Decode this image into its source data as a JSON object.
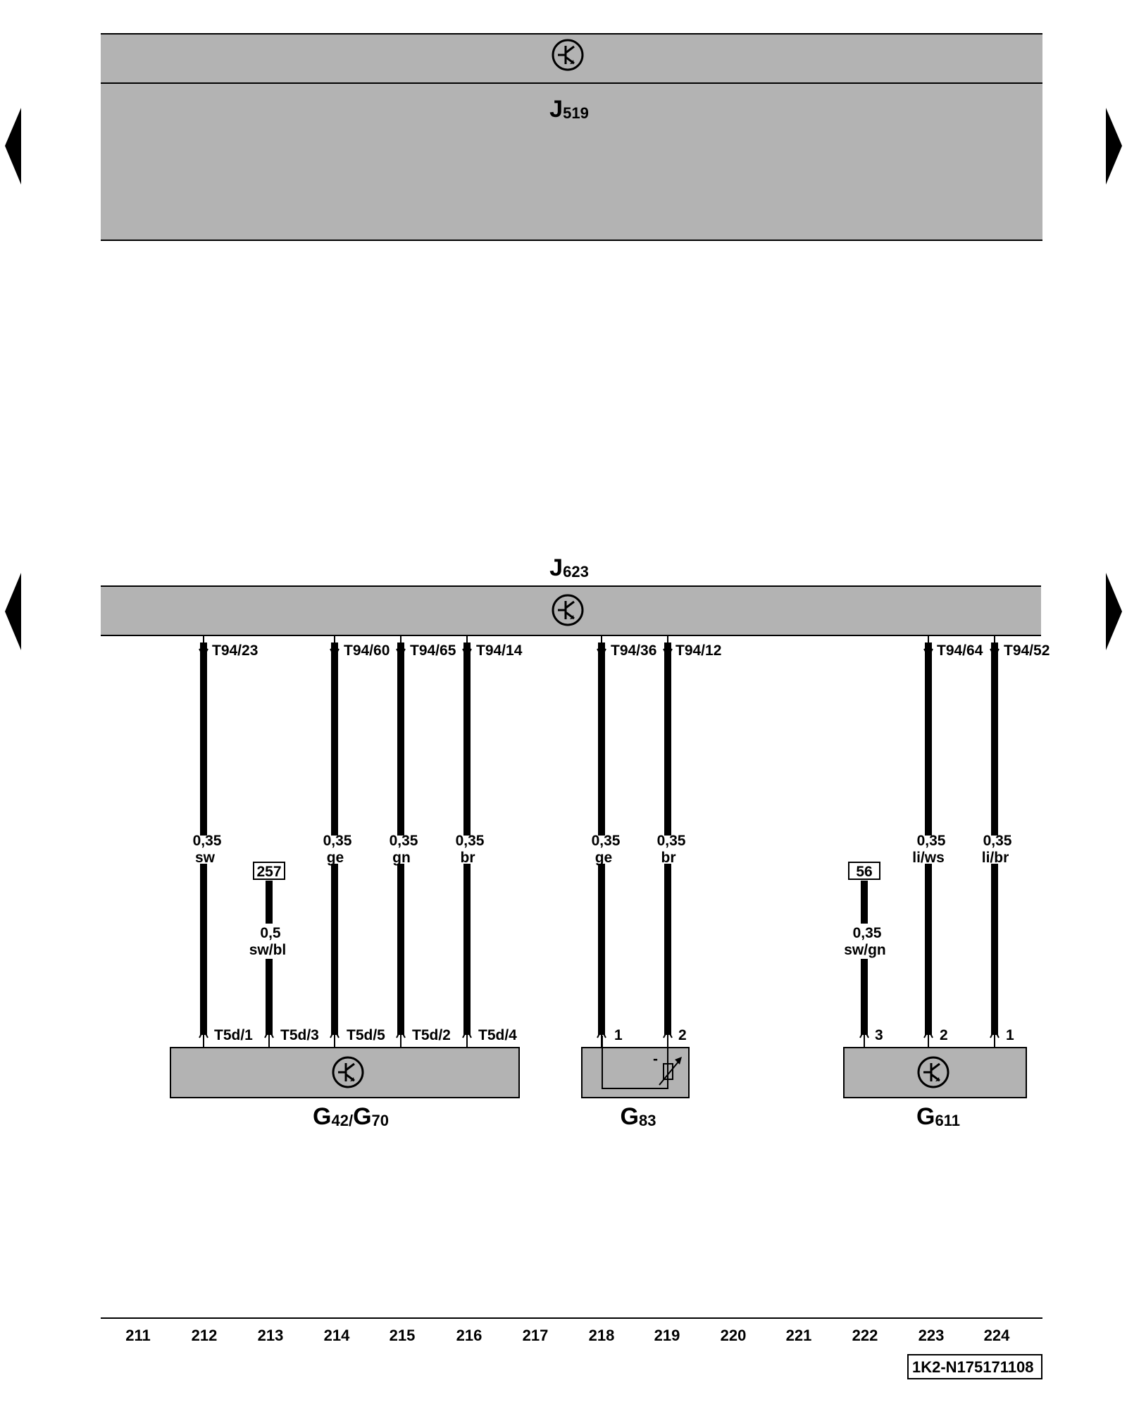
{
  "modules": {
    "top": {
      "name": "J",
      "sub": "519"
    },
    "mid": {
      "name": "J",
      "sub": "623"
    },
    "g42": {
      "name1": "G",
      "sub1": "42",
      "sep": "/",
      "name2": "G",
      "sub2": "70"
    },
    "g83": {
      "name": "G",
      "sub": "83",
      "minus": "-"
    },
    "g611": {
      "name": "G",
      "sub": "611"
    }
  },
  "wires": [
    {
      "top_pin": "T94/23",
      "gauge": "0,35",
      "color": "sw",
      "bottom_pin": "T5d/1"
    },
    {
      "top_pin": "T94/60",
      "gauge": "0,35",
      "color": "ge",
      "bottom_pin": "T5d/5"
    },
    {
      "top_pin": "T94/65",
      "gauge": "0,35",
      "color": "gn",
      "bottom_pin": "T5d/2"
    },
    {
      "top_pin": "T94/14",
      "gauge": "0,35",
      "color": "br",
      "bottom_pin": "T5d/4"
    },
    {
      "top_pin": "T94/36",
      "gauge": "0,35",
      "color": "ge",
      "bottom_pin": "1"
    },
    {
      "top_pin": "T94/12",
      "gauge": "0,35",
      "color": "br",
      "bottom_pin": "2"
    },
    {
      "top_pin": "T94/64",
      "gauge": "0,35",
      "color": "li/ws",
      "bottom_pin": "2"
    },
    {
      "top_pin": "T94/52",
      "gauge": "0,35",
      "color": "li/br",
      "bottom_pin": "1"
    }
  ],
  "refs": [
    {
      "ref": "257",
      "gauge": "0,5",
      "color": "sw/bl",
      "bottom_pin": "T5d/3"
    },
    {
      "ref": "56",
      "gauge": "0,35",
      "color": "sw/gn",
      "bottom_pin": "3"
    }
  ],
  "columns": [
    "211",
    "212",
    "213",
    "214",
    "215",
    "216",
    "217",
    "218",
    "219",
    "220",
    "221",
    "222",
    "223",
    "224"
  ],
  "footer_code": "1K2-N175171108",
  "icons": [
    "ground-symbol-icon",
    "prev-page-arrow-icon",
    "next-page-arrow-icon",
    "variable-resistor-icon"
  ],
  "colors": {
    "module_fill": "#b3b3b3",
    "line": "#000000",
    "background": "#ffffff"
  }
}
